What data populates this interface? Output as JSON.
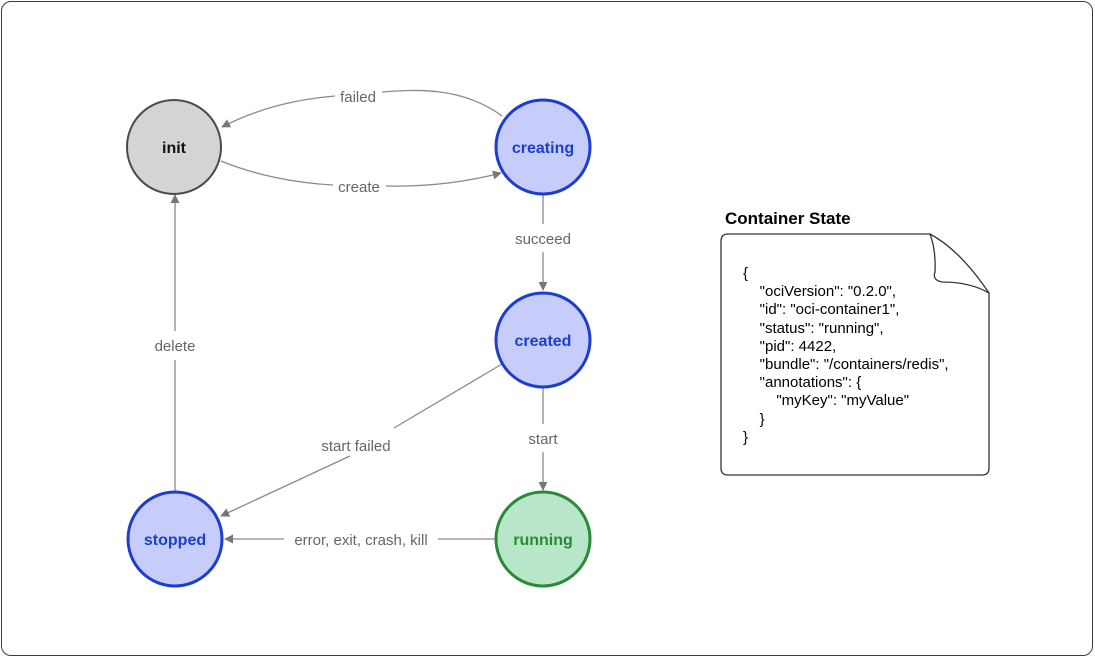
{
  "nodes": {
    "init": "init",
    "creating": "creating",
    "created": "created",
    "running": "running",
    "stopped": "stopped"
  },
  "edges": {
    "failed": "failed",
    "create": "create",
    "succeed": "succeed",
    "start": "start",
    "start_failed": "start failed",
    "delete": "delete",
    "error_exit": "error, exit, crash, kill"
  },
  "container_state": {
    "title": "Container State",
    "lines": [
      "{",
      "    \"ociVersion\": \"0.2.0\",",
      "    \"id\": \"oci-container1\",",
      "    \"status\": \"running\",",
      "    \"pid\": 4422,",
      "    \"bundle\": \"/containers/redis\",",
      "    \"annotations\": {",
      "        \"myKey\": \"myValue\"",
      "    }",
      "}"
    ]
  },
  "colors": {
    "blue_fill": "#c7cdfa",
    "blue_stroke": "#1a3fd0",
    "green_fill": "#b7e6c8",
    "green_stroke": "#2a8a35",
    "gray_fill": "#d4d4d4",
    "gray_stroke": "#4a4a4a"
  }
}
